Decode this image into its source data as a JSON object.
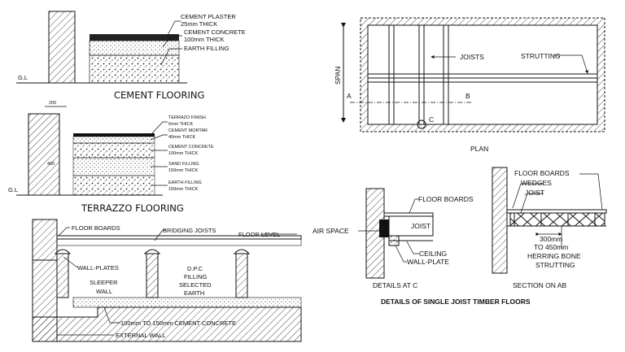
{
  "cement": {
    "title": "CEMENT FLOORING",
    "gl": "G.L",
    "plaster_1": "CEMENT PLASTER",
    "plaster_2": "25mm THICK",
    "concrete_1": "CEMENT CONCRETE",
    "concrete_2": "100mm THICK",
    "earth": "EARTH FILLING"
  },
  "terrazzo": {
    "title": "TERRAZZO FLOORING",
    "gl": "G.L",
    "dim_top": "200",
    "dim_side": "400",
    "finish_1": "TERRAZO FINISH",
    "finish_2": "6mm THICK",
    "mortar_1": "CEMENT MORTAR",
    "mortar_2": "40mm THICK",
    "concrete_1": "CEMENT CONCRETE",
    "concrete_2": "100mm THICK",
    "sand_1": "SAND FILLING",
    "sand_2": "150mm THICK",
    "earth_1": "EARTH FILLING",
    "earth_2": "150mm THICK"
  },
  "sleeper": {
    "floor_boards": "FLOOR BOARDS",
    "bridging_joists": "BRIDGING JOISTS",
    "floor_level": "FLOOR LEVEL",
    "wall_plates": "WALL-PLATES",
    "sleeper_1": "SLEEPER",
    "sleeper_2": "WALL",
    "dpc": "D.P.C",
    "filling_1": "FILLING",
    "filling_2": "SELECTED",
    "filling_3": "EARTH",
    "concrete": "100mm TO 150mm CEMENT CONCRETE",
    "external_wall": "EXTERNAL WALL"
  },
  "plan": {
    "span": "SPAN",
    "joists": "JOISTS",
    "strutting": "STRUTTING",
    "a": "A",
    "b": "B",
    "c": "C",
    "caption": "PLAN"
  },
  "details_c": {
    "floor_boards": "FLOOR BOARDS",
    "air_space": "AIR SPACE",
    "joist": "JOIST",
    "ceiling": "CEILING",
    "wall_plate": "WALL-PLATE",
    "caption": "DETAILS AT C"
  },
  "section_ab": {
    "floor_boards": "FLOOR BOARDS",
    "wedges": "WEDGES",
    "joist": "JOIST",
    "spacing_1": "300mm",
    "spacing_2": "TO 450mm",
    "herring_1": "HERRING BONE",
    "herring_2": "STRUTTING",
    "caption": "SECTION ON AB"
  },
  "main_caption": "DETAILS OF SINGLE JOIST TIMBER FLOORS"
}
